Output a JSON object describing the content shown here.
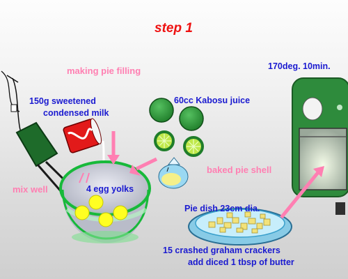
{
  "title": "step 1",
  "labels": {
    "making_pie_filling": "making pie filling",
    "mix_well": "mix well",
    "baked_pie_shell": "baked pie shell",
    "condensed_milk_line1": "150g sweetened",
    "condensed_milk_line2": "condensed milk",
    "kabosu_juice": "60cc Kabosu juice",
    "oven_setting": "170deg. 10min.",
    "egg_yolks": "4 egg yolks",
    "pie_dish": "Pie dish 23cm dia.",
    "graham_crackers": "15 crashed graham crackers",
    "butter": "add diced 1 tbsp of butter"
  },
  "colors": {
    "title": "#ee1111",
    "ingredient_text": "#1a1ad0",
    "step_text": "#ff7fb2",
    "lime_green": "#2e9c3a",
    "oven_green": "#2e8b3c",
    "mixer_green": "#1e6b2a",
    "dish_blue": "#9fdff6",
    "yolk_yellow": "#ffff22",
    "cracker_yellow": "#f2e27a"
  },
  "icons": [
    "hand-mixer-icon",
    "condensed-milk-can-icon",
    "kabosu-lime-icon",
    "egg-yolk-icon",
    "mixing-bowl-icon",
    "pie-dish-icon",
    "oven-icon",
    "arrow-icon"
  ]
}
